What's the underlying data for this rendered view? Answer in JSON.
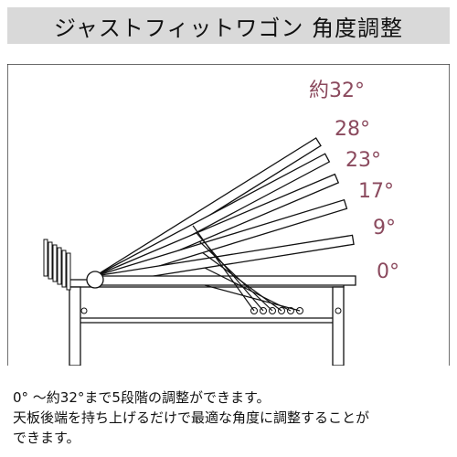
{
  "title": "ジャストフィットワゴン 角度調整",
  "angles": [
    {
      "label": "約32°",
      "deg": 32
    },
    {
      "label": "28°",
      "deg": 28
    },
    {
      "label": "23°",
      "deg": 23
    },
    {
      "label": "17°",
      "deg": 17
    },
    {
      "label": "9°",
      "deg": 9
    },
    {
      "label": "0°",
      "deg": 0
    }
  ],
  "caption": {
    "line1": "0° ～約32°まで5段階の調整ができます。",
    "line2": "天板後端を持ち上げるだけで最適な角度に調整することが",
    "line3": "できます。"
  },
  "colors": {
    "title_bg": "#d9d9d9",
    "angle_label": "#8b4a5e",
    "line": "#111111"
  }
}
